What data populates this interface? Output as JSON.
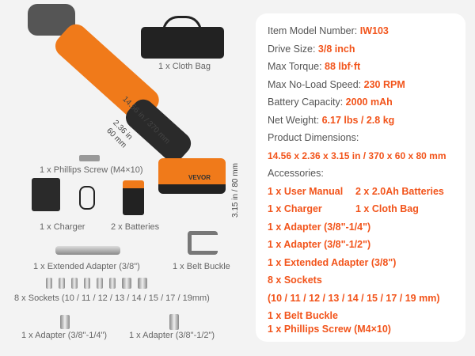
{
  "specs": {
    "model_label": "Item Model Number:",
    "model": "IW103",
    "drive_label": "Drive Size:",
    "drive": "3/8 inch",
    "torque_label": "Max Torque:",
    "torque": "88 lbf·ft",
    "speed_label": "Max No-Load Speed:",
    "speed": "230 RPM",
    "battery_label": "Battery Capacity:",
    "battery": "2000 mAh",
    "weight_label": "Net Weight:",
    "weight": "6.17 lbs / 2.8 kg",
    "dims_label": "Product Dimensions:",
    "dims": "14.56 x 2.36 x 3.15 in / 370 x 60 x 80 mm",
    "acc_label": "Accessories:",
    "accessories": [
      "1 x User Manual",
      "2 x 2.0Ah Batteries",
      "1 x Charger",
      "1 x Cloth Bag",
      "1 x Adapter (3/8\"-1/4\")",
      "1 x Adapter (3/8\"-1/2\")",
      "1 x Extended Adapter (3/8\")",
      "8 x Sockets",
      "(10 / 11 / 12 / 13 / 14 / 15 / 17 / 19 mm)",
      "1 x Belt Buckle",
      "1 x Phillips Screw (M4×10)"
    ]
  },
  "items": {
    "bag": "1 x Cloth Bag",
    "screw": "1 x Phillips Screw (M4×10)",
    "charger": "1 x Charger",
    "batteries": "2 x Batteries",
    "ext": "1 x Extended Adapter (3/8\")",
    "buckle": "1 x Belt Buckle",
    "sockets": "8 x Sockets (10 / 11 / 12 / 13 / 14 / 15 / 17 / 19mm)",
    "adapter1": "1 x Adapter (3/8\"-1/4\")",
    "adapter2": "1 x Adapter (3/8\"-1/2\")"
  },
  "dimensions": {
    "length": "14.56 in / 370 mm",
    "width_in": "2.36 in",
    "width_mm": "60 mm",
    "height": "3.15 in / 80 mm"
  },
  "brand": "VEVOR",
  "colors": {
    "accent": "#f2541b",
    "tool": "#f07a1a"
  }
}
